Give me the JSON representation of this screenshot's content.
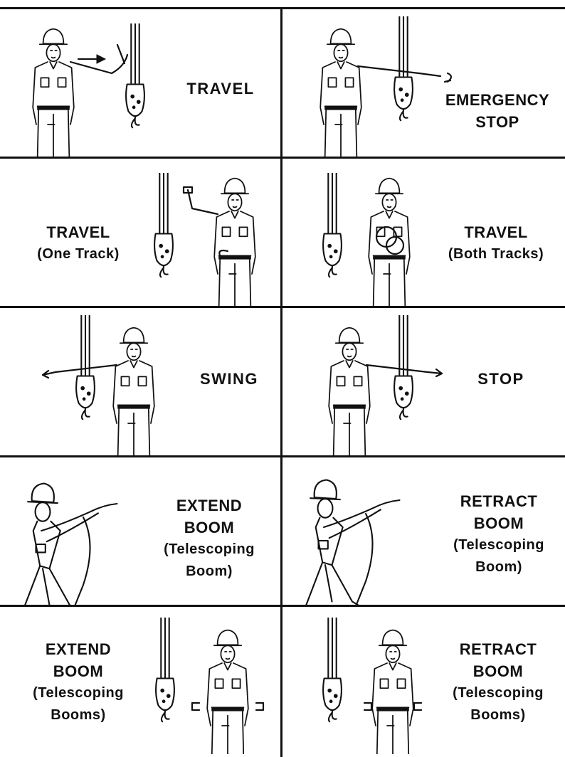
{
  "signals": [
    {
      "id": "travel",
      "lines": [
        "TRAVEL"
      ]
    },
    {
      "id": "emergency-stop",
      "lines": [
        "EMERGENCY",
        "STOP"
      ]
    },
    {
      "id": "travel-one-track",
      "lines": [
        "TRAVEL",
        "(One Track)"
      ]
    },
    {
      "id": "travel-both-tracks",
      "lines": [
        "TRAVEL",
        "(Both Tracks)"
      ]
    },
    {
      "id": "swing",
      "lines": [
        "SWING"
      ]
    },
    {
      "id": "stop",
      "lines": [
        "STOP"
      ]
    },
    {
      "id": "extend-boom",
      "lines": [
        "EXTEND",
        "BOOM",
        "(Telescoping",
        "Boom)"
      ]
    },
    {
      "id": "retract-boom",
      "lines": [
        "RETRACT",
        "BOOM",
        "(Telescoping",
        "Boom)"
      ]
    },
    {
      "id": "extend-booms",
      "lines": [
        "EXTEND",
        "BOOM",
        "(Telescoping",
        "Booms)"
      ]
    },
    {
      "id": "retract-booms",
      "lines": [
        "RETRACT",
        "BOOM",
        "(Telescoping",
        "Booms)"
      ]
    }
  ],
  "icons": {
    "signalman": "construction-worker-hand-signal",
    "hook": "crane-hook-block",
    "direction_arrow": "right-arrow"
  },
  "colors": {
    "ink": "#111111",
    "paper": "#ffffff"
  }
}
